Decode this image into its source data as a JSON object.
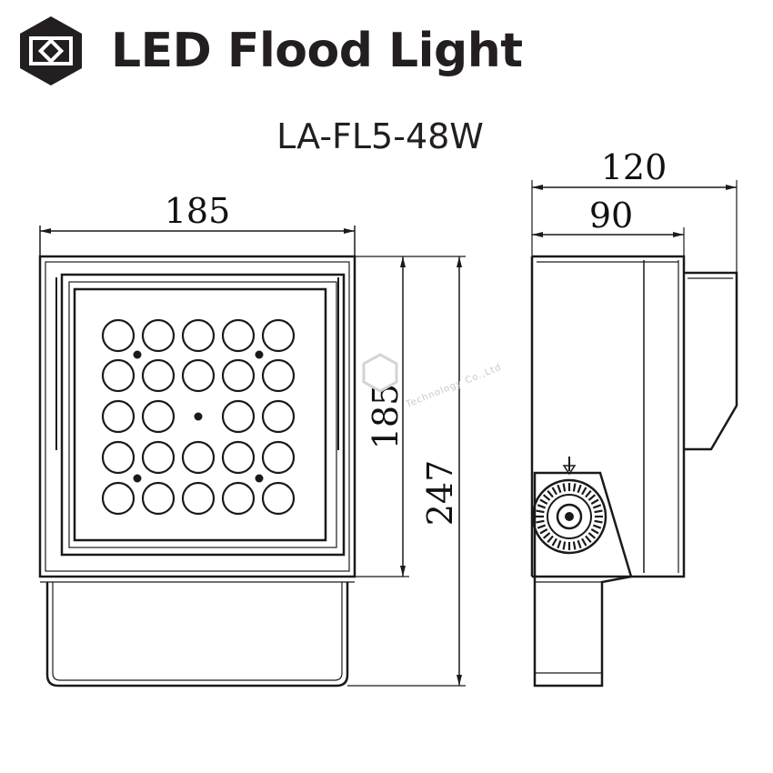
{
  "header": {
    "logo_icon": "hexagon-logo-icon",
    "title": "LED Flood Light"
  },
  "model": "LA-FL5-48W",
  "dimensions": {
    "front_width": "185",
    "front_height": "185",
    "total_height": "247",
    "side_overall": "120",
    "side_body": "90"
  },
  "watermark": {
    "text": "Technology Co.,Ltd"
  },
  "colors": {
    "ink": "#231f20",
    "watermark": "#c8c8c8"
  }
}
